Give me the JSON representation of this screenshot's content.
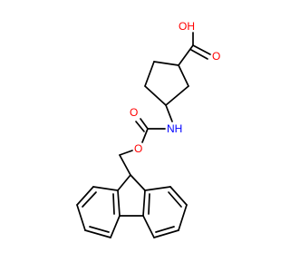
{
  "molecule": {
    "atoms": {
      "oh_top": "OH",
      "o_carbonyl_acid": "O",
      "nh": "NH",
      "o_carbonyl_carbamate": "O",
      "o_ester": "O"
    },
    "colors": {
      "oxygen": "#ff0000",
      "nitrogen": "#0000ff",
      "bond": "#000000"
    }
  }
}
